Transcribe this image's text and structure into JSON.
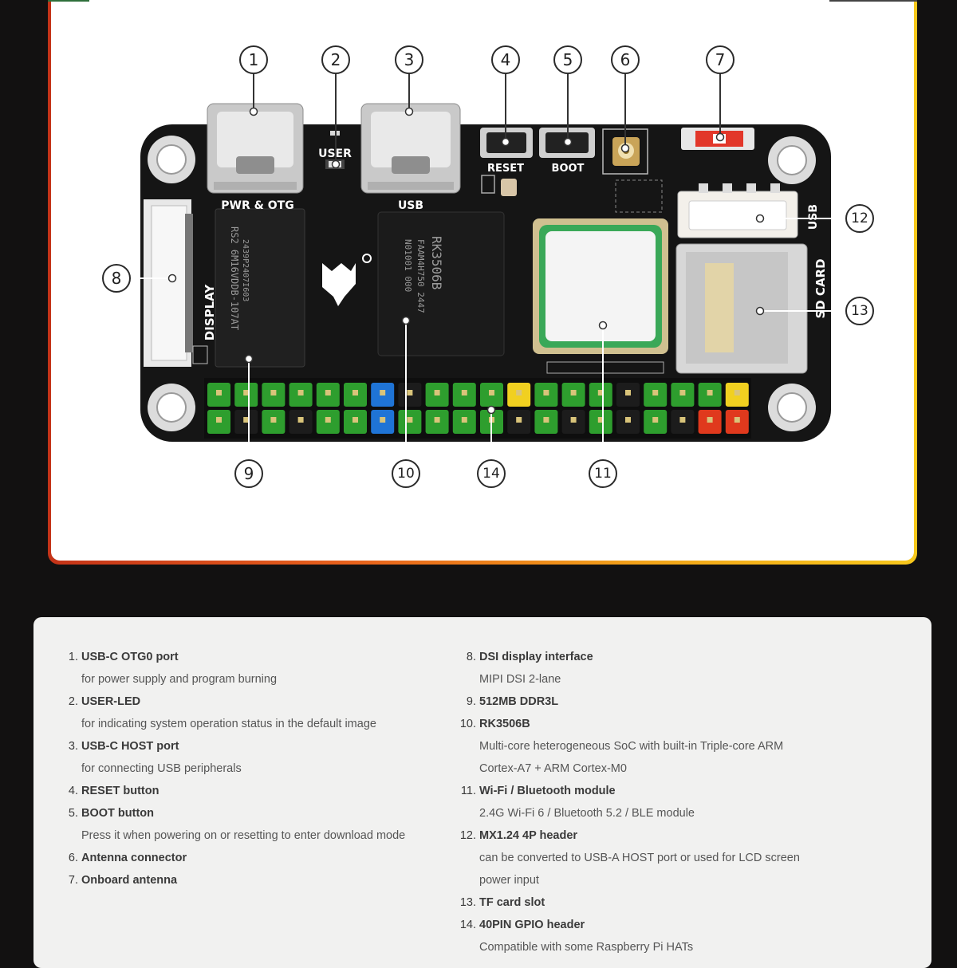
{
  "diagram": {
    "board_silkscreen": {
      "user": "USER",
      "pwr_otg": "PWR & OTG",
      "usb_left": "USB",
      "reset": "RESET",
      "boot": "BOOT",
      "display": "DISPLAY",
      "usb_right": "USB",
      "sd_card": "SD CARD"
    },
    "ram_chip": {
      "line1": "RS2 6M16VDDB-107AT",
      "line2": "2439P2407I603"
    },
    "soc_chip": {
      "line1": "RK3506B",
      "line2": "FAAM4H750 2447",
      "line3": "N01001 000"
    },
    "callouts": [
      "1",
      "2",
      "3",
      "4",
      "5",
      "6",
      "7",
      "8",
      "9",
      "10",
      "11",
      "12",
      "13",
      "14"
    ]
  },
  "legend": {
    "left": [
      {
        "num": "1.",
        "title": "USB-C OTG0 port",
        "desc": [
          "for power supply and program burning"
        ]
      },
      {
        "num": "2.",
        "title": "USER-LED",
        "desc": [
          "for indicating system operation status in the default image"
        ]
      },
      {
        "num": "3.",
        "title": "USB-C HOST port",
        "desc": [
          "for connecting USB peripherals"
        ]
      },
      {
        "num": "4.",
        "title": "RESET button",
        "desc": []
      },
      {
        "num": "5.",
        "title": "BOOT button",
        "desc": [
          "Press it when powering on or resetting to enter download mode"
        ]
      },
      {
        "num": "6.",
        "title": "Antenna connector",
        "desc": []
      },
      {
        "num": "7.",
        "title": "Onboard antenna",
        "desc": []
      }
    ],
    "right": [
      {
        "num": "8.",
        "title": "DSI display interface",
        "desc": [
          "MIPI DSI 2-lane"
        ]
      },
      {
        "num": "9.",
        "title": "512MB DDR3L",
        "desc": []
      },
      {
        "num": "10.",
        "title": "RK3506B",
        "desc": [
          "Multi-core heterogeneous SoC with built-in Triple-core ARM",
          "Cortex-A7 + ARM Cortex-M0"
        ]
      },
      {
        "num": "11.",
        "title": "Wi-Fi / Bluetooth module",
        "desc": [
          "2.4G Wi-Fi 6 / Bluetooth 5.2 / BLE module"
        ]
      },
      {
        "num": "12.",
        "title": "MX1.24 4P header",
        "desc": [
          "can be converted to USB-A HOST port or used for LCD screen",
          "power input"
        ]
      },
      {
        "num": "13.",
        "title": "TF card slot",
        "desc": []
      },
      {
        "num": "14.",
        "title": "40PIN GPIO header",
        "desc": [
          "Compatible with some Raspberry Pi HATs"
        ]
      }
    ]
  },
  "colors": {
    "pcb": "#151515",
    "gpio_green": "#2e9e2e",
    "gpio_blue": "#1f74d6",
    "gpio_black": "#1c1c1c",
    "gpio_yellow": "#f1d020",
    "gpio_red": "#e0391d",
    "frame_start": "#c43318",
    "frame_end": "#f7c81c"
  },
  "gpio": {
    "top": [
      "green",
      "green",
      "green",
      "green",
      "green",
      "green",
      "blue",
      "black",
      "green",
      "green",
      "green",
      "yellow",
      "green",
      "green",
      "green",
      "black",
      "green",
      "green",
      "green",
      "yellow"
    ],
    "bottom": [
      "green",
      "black",
      "green",
      "black",
      "green",
      "green",
      "blue",
      "green",
      "green",
      "green",
      "green",
      "black",
      "green",
      "black",
      "green",
      "black",
      "green",
      "black",
      "red",
      "red"
    ]
  }
}
